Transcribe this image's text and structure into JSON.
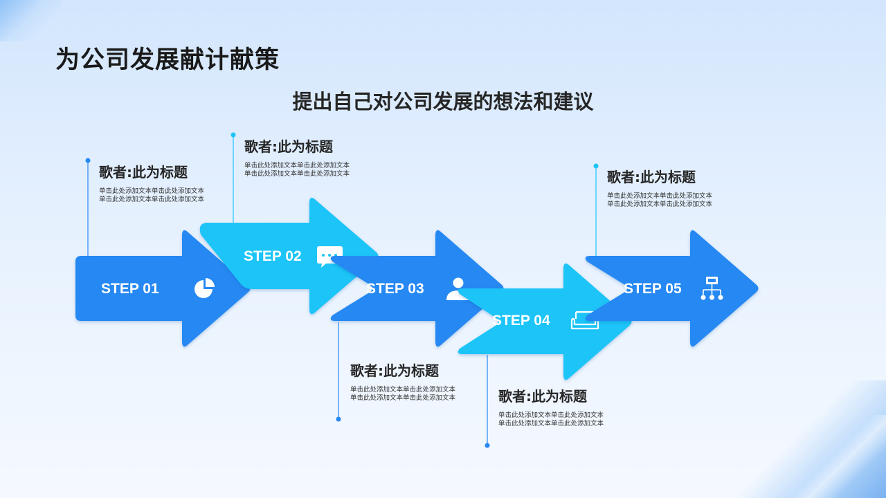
{
  "page_title": "为公司发展献计献策",
  "subtitle": "提出自己对公司发展的想法和建议",
  "colors": {
    "dark_blue": "#2688f2",
    "light_blue": "#1cc4f7",
    "text": "#262626"
  },
  "steps": [
    {
      "label": "STEP 01",
      "icon": "pie-chart-icon",
      "color": "#2688f2",
      "card": {
        "title": "歌者:此为标题",
        "lines": [
          "单击此处添加文本单击此处添加文本",
          "单击此处添加文本单击此处添加文本"
        ]
      }
    },
    {
      "label": "STEP 02",
      "icon": "chat-bubble-icon",
      "color": "#1cc4f7",
      "card": {
        "title": "歌者:此为标题",
        "lines": [
          "单击此处添加文本单击此处添加文本",
          "单击此处添加文本单击此处添加文本"
        ]
      }
    },
    {
      "label": "STEP 03",
      "icon": "user-icon",
      "color": "#2688f2",
      "card": {
        "title": "歌者:此为标题",
        "lines": [
          "单击此处添加文本单击此处添加文本",
          "单击此处添加文本单击此处添加文本"
        ]
      }
    },
    {
      "label": "STEP 04",
      "icon": "sofa-icon",
      "color": "#1cc4f7",
      "card": {
        "title": "歌者:此为标题",
        "lines": [
          "单击此处添加文本单击此处添加文本",
          "单击此处添加文本单击此处添加文本"
        ]
      }
    },
    {
      "label": "STEP 05",
      "icon": "org-chart-icon",
      "color": "#2688f2",
      "card": {
        "title": "歌者:此为标题",
        "lines": [
          "单击此处添加文本单击此处添加文本",
          "单击此处添加文本单击此处添加文本"
        ]
      }
    }
  ]
}
